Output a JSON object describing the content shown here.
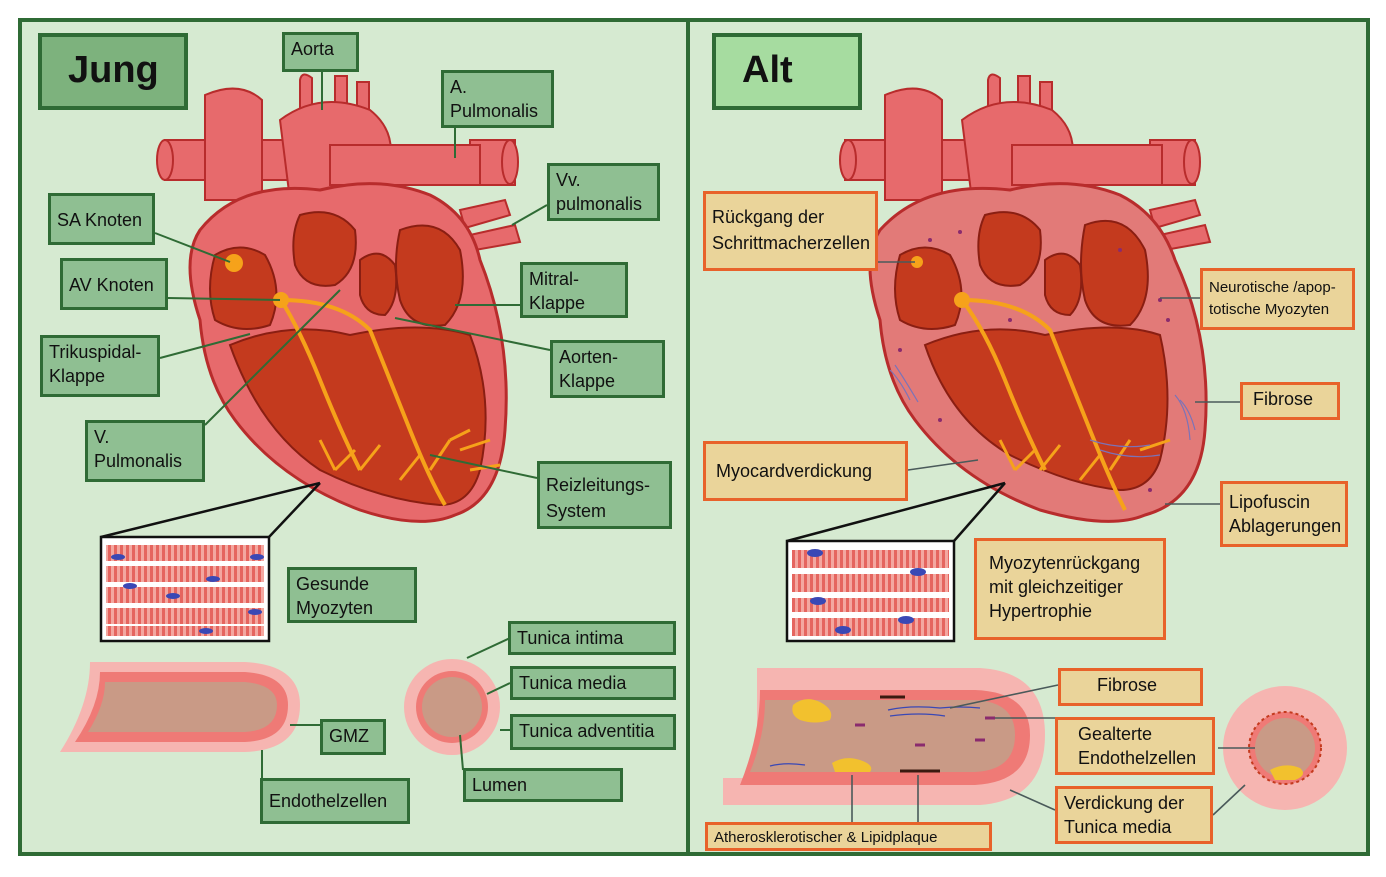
{
  "panels": {
    "young": {
      "title": "Jung",
      "labels": {
        "aorta": "Aorta",
        "a_pulmonalis": "A.\nPulmonalis",
        "vv_pulmonalis": "Vv.\npulmonalis",
        "sa_knoten": "SA Knoten",
        "av_knoten": "AV Knoten",
        "mitral": "Mitral-\nKlappe",
        "trikuspidal": "Trikuspidal-\nKlappe",
        "aorten": "Aorten-\nKlappe",
        "v_pulmonalis": "V.\nPulmonalis",
        "reizleitung": "Reizleitungs-\nSystem",
        "myozyten": "Gesunde\nMyozyten",
        "tunica_intima": "Tunica intima",
        "tunica_media": "Tunica media",
        "tunica_adventitia": "Tunica adventitia",
        "gmz": "GMZ",
        "lumen": "Lumen",
        "endothel": "Endothelzellen"
      }
    },
    "old": {
      "title": "Alt",
      "labels": {
        "schrittmacher": "Rückgang der\nSchrittmacherzellen",
        "neurotisch": "Neurotische /apop-\ntotische Myozyten",
        "fibrose_heart": "Fibrose",
        "myocard": "Myocardverdickung",
        "lipofuscin": "Lipofuscin\nAblagerungen",
        "myozytenrueckgang": "Myozytenrückgang\nmit gleichzeitiger\nHypertrophie",
        "fibrose_vessel": "Fibrose",
        "gealterte": "Gealterte\nEndothelzellen",
        "verdickung": "Verdickung der\nTunica media",
        "atherosklerose": "Atherosklerotischer & Lipidplaque"
      }
    }
  },
  "colors": {
    "panel_bg": "#d6ead1",
    "panel_border": "#2f6b35",
    "green_label": "#8fbf92",
    "orange_border": "#e8622a",
    "orange_label": "#ead49a",
    "heart_outer": "#e76a6c",
    "heart_inner": "#c43a1e",
    "conduction": "#f6a21a"
  }
}
